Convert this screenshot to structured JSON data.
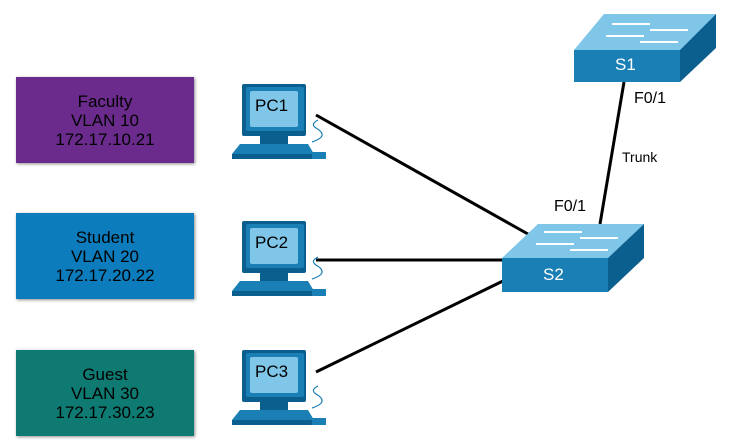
{
  "vlans": [
    {
      "name": "Faculty",
      "vlan": "VLAN 10",
      "ip": "172.17.10.21",
      "color": "#6a2b8c"
    },
    {
      "name": "Student",
      "vlan": "VLAN 20",
      "ip": "172.17.20.22",
      "color": "#0c7cbd"
    },
    {
      "name": "Guest",
      "vlan": "VLAN 30",
      "ip": "172.17.30.23",
      "color": "#0e7a72"
    }
  ],
  "pcs": [
    {
      "label": "PC1"
    },
    {
      "label": "PC2"
    },
    {
      "label": "PC3"
    }
  ],
  "switches": {
    "s1": {
      "label": "S1",
      "port": "F0/1"
    },
    "s2": {
      "label": "S2",
      "port": "F0/1"
    }
  },
  "trunk_label": "Trunk",
  "colors": {
    "device": "#1a7fb5",
    "device_top": "#7fc6e8",
    "device_side": "#0a5f8f"
  }
}
